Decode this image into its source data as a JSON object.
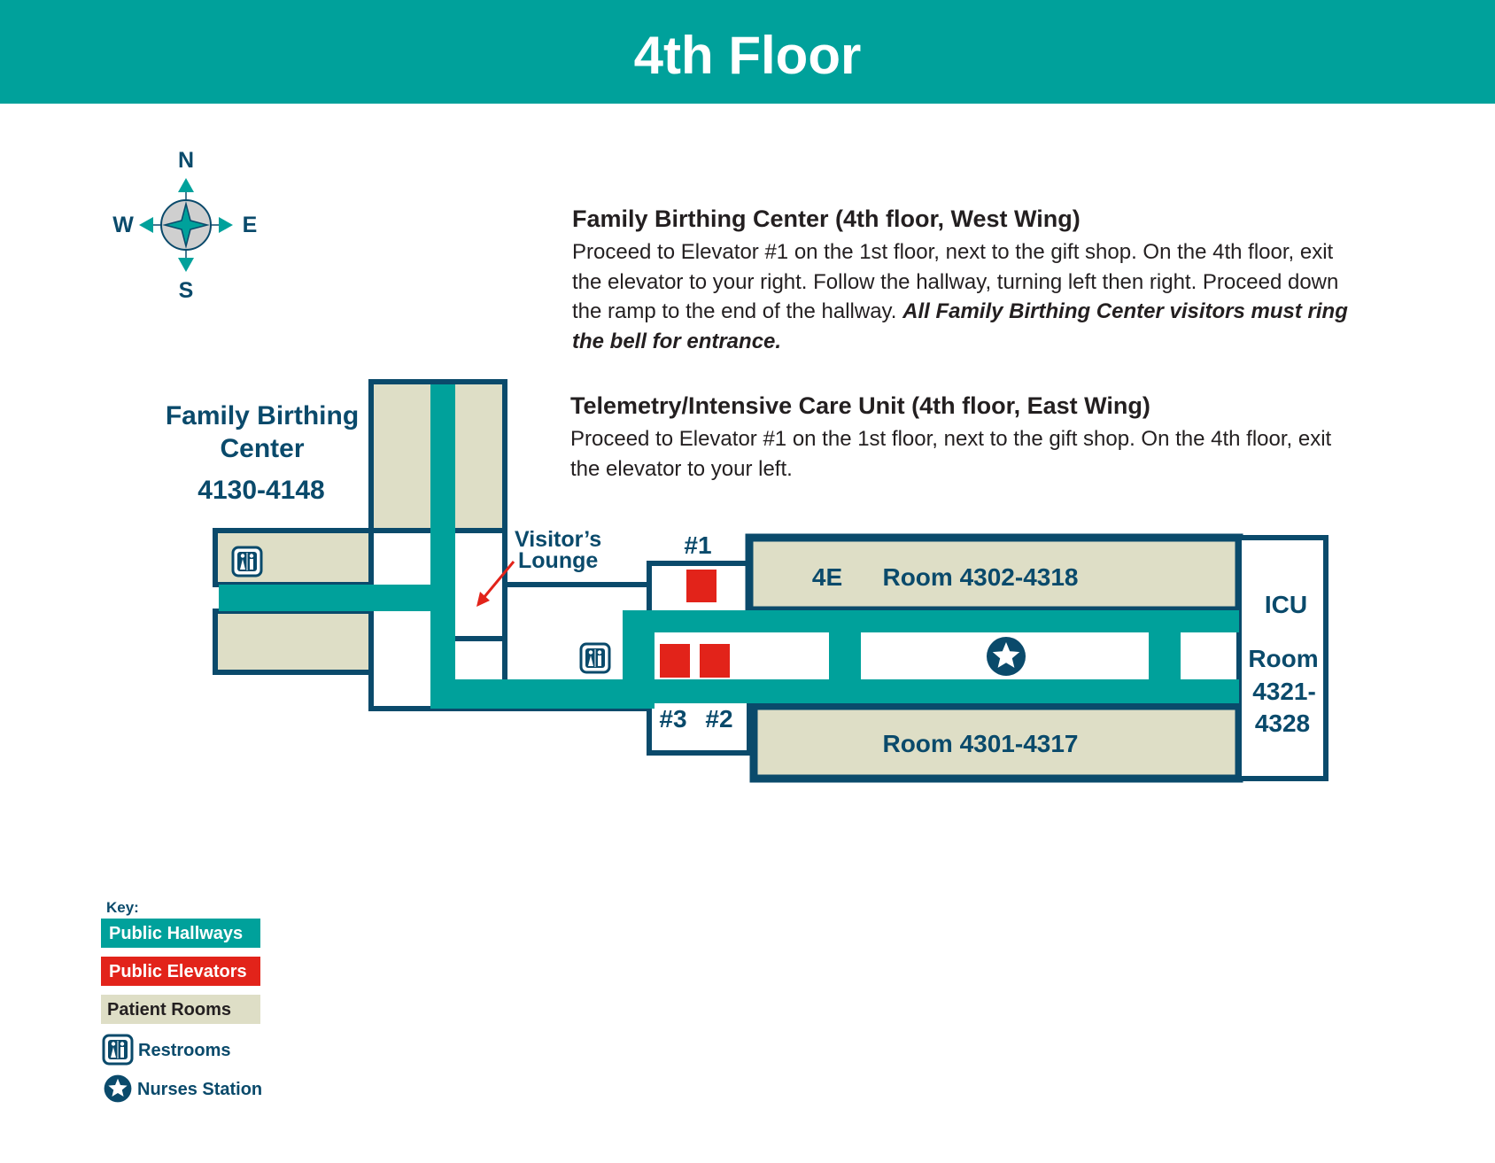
{
  "header": {
    "title": "4th Floor"
  },
  "compass": {
    "north": "N",
    "south": "S",
    "east": "E",
    "west": "W"
  },
  "directions": [
    {
      "heading": "Family Birthing Center (4th floor, West Wing)",
      "text": "Proceed to Elevator #1 on the 1st floor, next to the gift shop. On the 4th floor, exit the elevator to your right. Follow the hallway, turning left then right. Proceed down the ramp  to the end of the hallway. ",
      "emphasis": "All Family Birthing Center visitors must ring the bell for entrance."
    },
    {
      "heading": "Telemetry/Intensive Care Unit (4th floor, East Wing)",
      "text": "Proceed to Elevator #1 on the 1st floor, next to the gift shop. On the 4th floor, exit the elevator to your left."
    }
  ],
  "map_labels": {
    "fbc_line1": "Family Birthing",
    "fbc_line2": "Center",
    "fbc_rooms": "4130-4148",
    "visitors_line1": "Visitor’s",
    "visitors_line2": "Lounge",
    "elevator_1": "#1",
    "elevator_2": "#2",
    "elevator_3": "#3",
    "wing_4e": "4E",
    "rooms_north": "Room 4302-4318",
    "rooms_south": "Room 4301-4317",
    "icu": "ICU",
    "icu_room_line1": "Room",
    "icu_room_line2": "4321-",
    "icu_room_line3": "4328"
  },
  "key": {
    "title": "Key:",
    "hallways": "Public Hallways",
    "elevators": "Public Elevators",
    "patient_rooms": "Patient Rooms",
    "restrooms": "Restrooms",
    "nurses_station": "Nurses Station"
  },
  "colors": {
    "teal": "#00a19b",
    "navy": "#0a4a6b",
    "red": "#e2231a",
    "beige": "#dedec6",
    "text": "#231f20"
  },
  "icons": [
    "compass-rose-icon",
    "restroom-icon",
    "nurses-station-star-icon",
    "arrow-icon"
  ]
}
